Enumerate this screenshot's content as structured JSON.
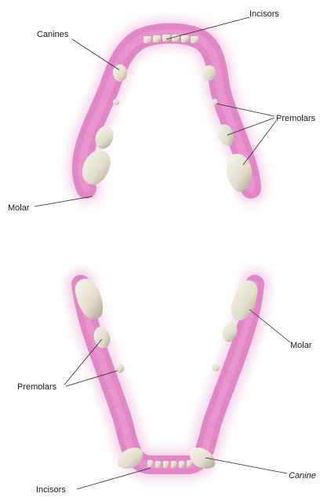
{
  "upper_jaw": {
    "labels": {
      "incisors": "Incisors",
      "canines": "Canines",
      "premolars": "Premolars",
      "molar": "Molar"
    }
  },
  "lower_jaw": {
    "labels": {
      "premolars": "Premolars",
      "molar": "Molar",
      "incisors": "Incisors",
      "canine": "Canine"
    }
  },
  "colors": {
    "gum": "#e07cc0",
    "gum_glow": "#f3c6e4",
    "tooth": "#ece8dc",
    "tooth_shadow": "#b8b0a0"
  }
}
